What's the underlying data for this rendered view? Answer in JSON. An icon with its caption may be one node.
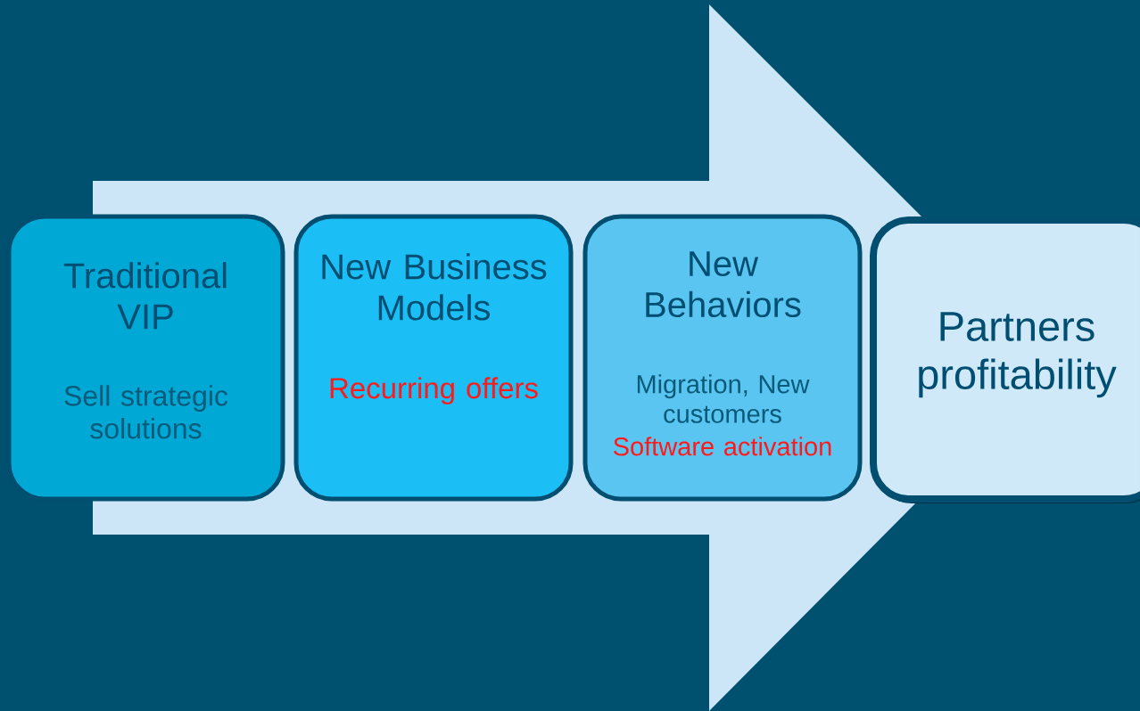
{
  "diagram": {
    "nodes": [
      {
        "text": [
          "Traditional VIP",
          "Sell strategic solutions"
        ]
      },
      {
        "text": [
          "New Business Models",
          "Recurring offers"
        ]
      },
      {
        "text": [
          "New Behaviors",
          "Migration, New customers",
          "Software activation"
        ]
      },
      {
        "text": [
          "Partners profitability"
        ]
      }
    ],
    "edges": [
      {
        "from": 0,
        "to": 3,
        "arrow": "to"
      }
    ]
  }
}
